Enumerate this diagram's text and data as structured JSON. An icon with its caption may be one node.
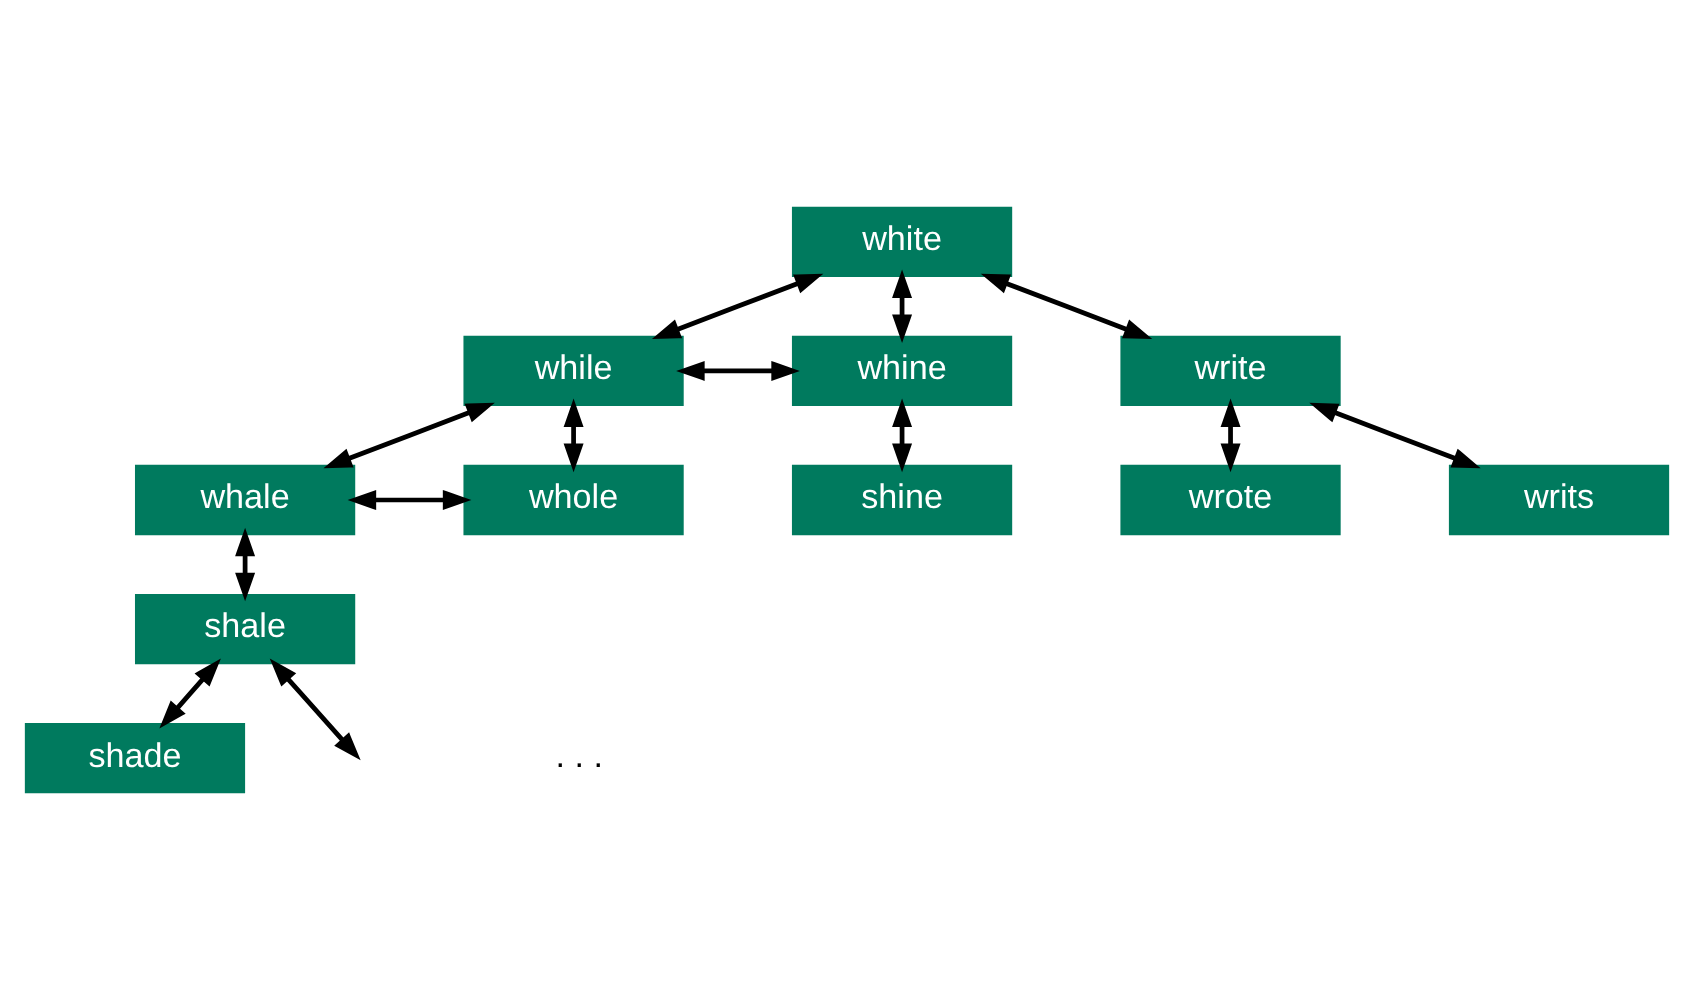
{
  "diagram": {
    "nodes": [
      {
        "text": [
          "white"
        ]
      },
      {
        "text": [
          "while"
        ]
      },
      {
        "text": [
          "whine"
        ]
      },
      {
        "text": [
          "write"
        ]
      },
      {
        "text": [
          "whale"
        ]
      },
      {
        "text": [
          "whole"
        ]
      },
      {
        "text": [
          "shine"
        ]
      },
      {
        "text": [
          "wrote"
        ]
      },
      {
        "text": [
          "writs"
        ]
      },
      {
        "text": [
          "shale"
        ]
      },
      {
        "text": [
          "shade"
        ]
      }
    ],
    "edges": [
      {
        "from": 0,
        "to": 1,
        "arrow": "both"
      },
      {
        "from": 0,
        "to": 2,
        "arrow": "both"
      },
      {
        "from": 0,
        "to": 3,
        "arrow": "both"
      },
      {
        "from": 1,
        "to": 2,
        "arrow": "both"
      },
      {
        "from": 1,
        "to": 4,
        "arrow": "both"
      },
      {
        "from": 1,
        "to": 5,
        "arrow": "both"
      },
      {
        "from": 4,
        "to": 5,
        "arrow": "both"
      },
      {
        "from": 2,
        "to": 6,
        "arrow": "both"
      },
      {
        "from": 3,
        "to": 7,
        "arrow": "both"
      },
      {
        "from": 3,
        "to": 8,
        "arrow": "both"
      },
      {
        "from": 4,
        "to": 9,
        "arrow": "both"
      },
      {
        "from": 9,
        "to": 10,
        "arrow": "both"
      },
      {
        "from": 9,
        "to": null,
        "arrow": "both"
      }
    ],
    "labels": [
      ". . ."
    ]
  }
}
